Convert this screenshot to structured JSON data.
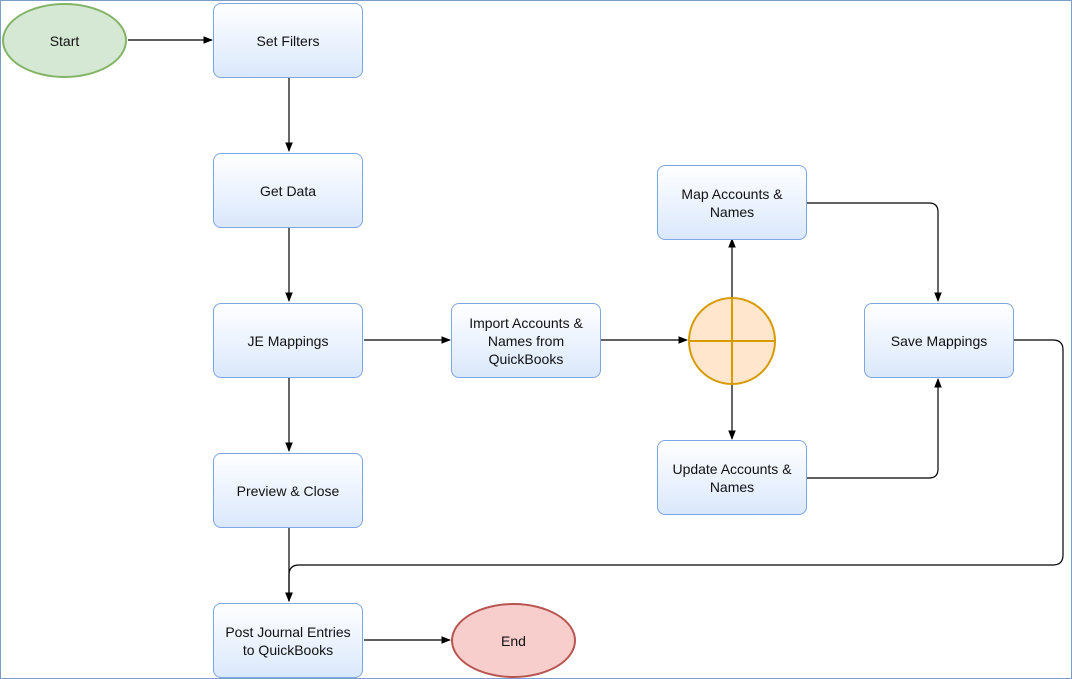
{
  "diagram": {
    "nodes": {
      "start": "Start",
      "set_filters": "Set Filters",
      "get_data": "Get Data",
      "je_mappings": "JE Mappings",
      "preview_close": "Preview & Close",
      "post_journal": "Post Journal Entries\nto QuickBooks",
      "end": "End",
      "import_accounts": "Import Accounts &\nNames from\nQuickBooks",
      "map_accounts": "Map Accounts &\nNames",
      "update_accounts": "Update Accounts &\nNames",
      "save_mappings": "Save Mappings"
    },
    "edges": [
      {
        "from": "Start",
        "to": "Set Filters"
      },
      {
        "from": "Set Filters",
        "to": "Get Data"
      },
      {
        "from": "Get Data",
        "to": "JE Mappings"
      },
      {
        "from": "JE Mappings",
        "to": "Preview & Close"
      },
      {
        "from": "JE Mappings",
        "to": "Import Accounts & Names from QuickBooks"
      },
      {
        "from": "Import Accounts & Names from QuickBooks",
        "to": "OR"
      },
      {
        "from": "OR",
        "to": "Map Accounts & Names"
      },
      {
        "from": "OR",
        "to": "Update Accounts & Names"
      },
      {
        "from": "Map Accounts & Names",
        "to": "Save Mappings"
      },
      {
        "from": "Update Accounts & Names",
        "to": "Save Mappings"
      },
      {
        "from": "Save Mappings",
        "to": "Post Journal Entries to QuickBooks"
      },
      {
        "from": "Preview & Close",
        "to": "Post Journal Entries to QuickBooks"
      },
      {
        "from": "Post Journal Entries to QuickBooks",
        "to": "End"
      }
    ],
    "colors": {
      "process_fill": "#dae8fc",
      "process_border": "#7ea6e0",
      "start_fill": "#d5e8d4",
      "start_border": "#82b366",
      "end_fill": "#f8cecc",
      "end_border": "#b85450",
      "or_fill": "#ffe6cc",
      "or_border": "#d79b00",
      "edge": "#000000",
      "frame_border": "#7a9ec8"
    }
  }
}
